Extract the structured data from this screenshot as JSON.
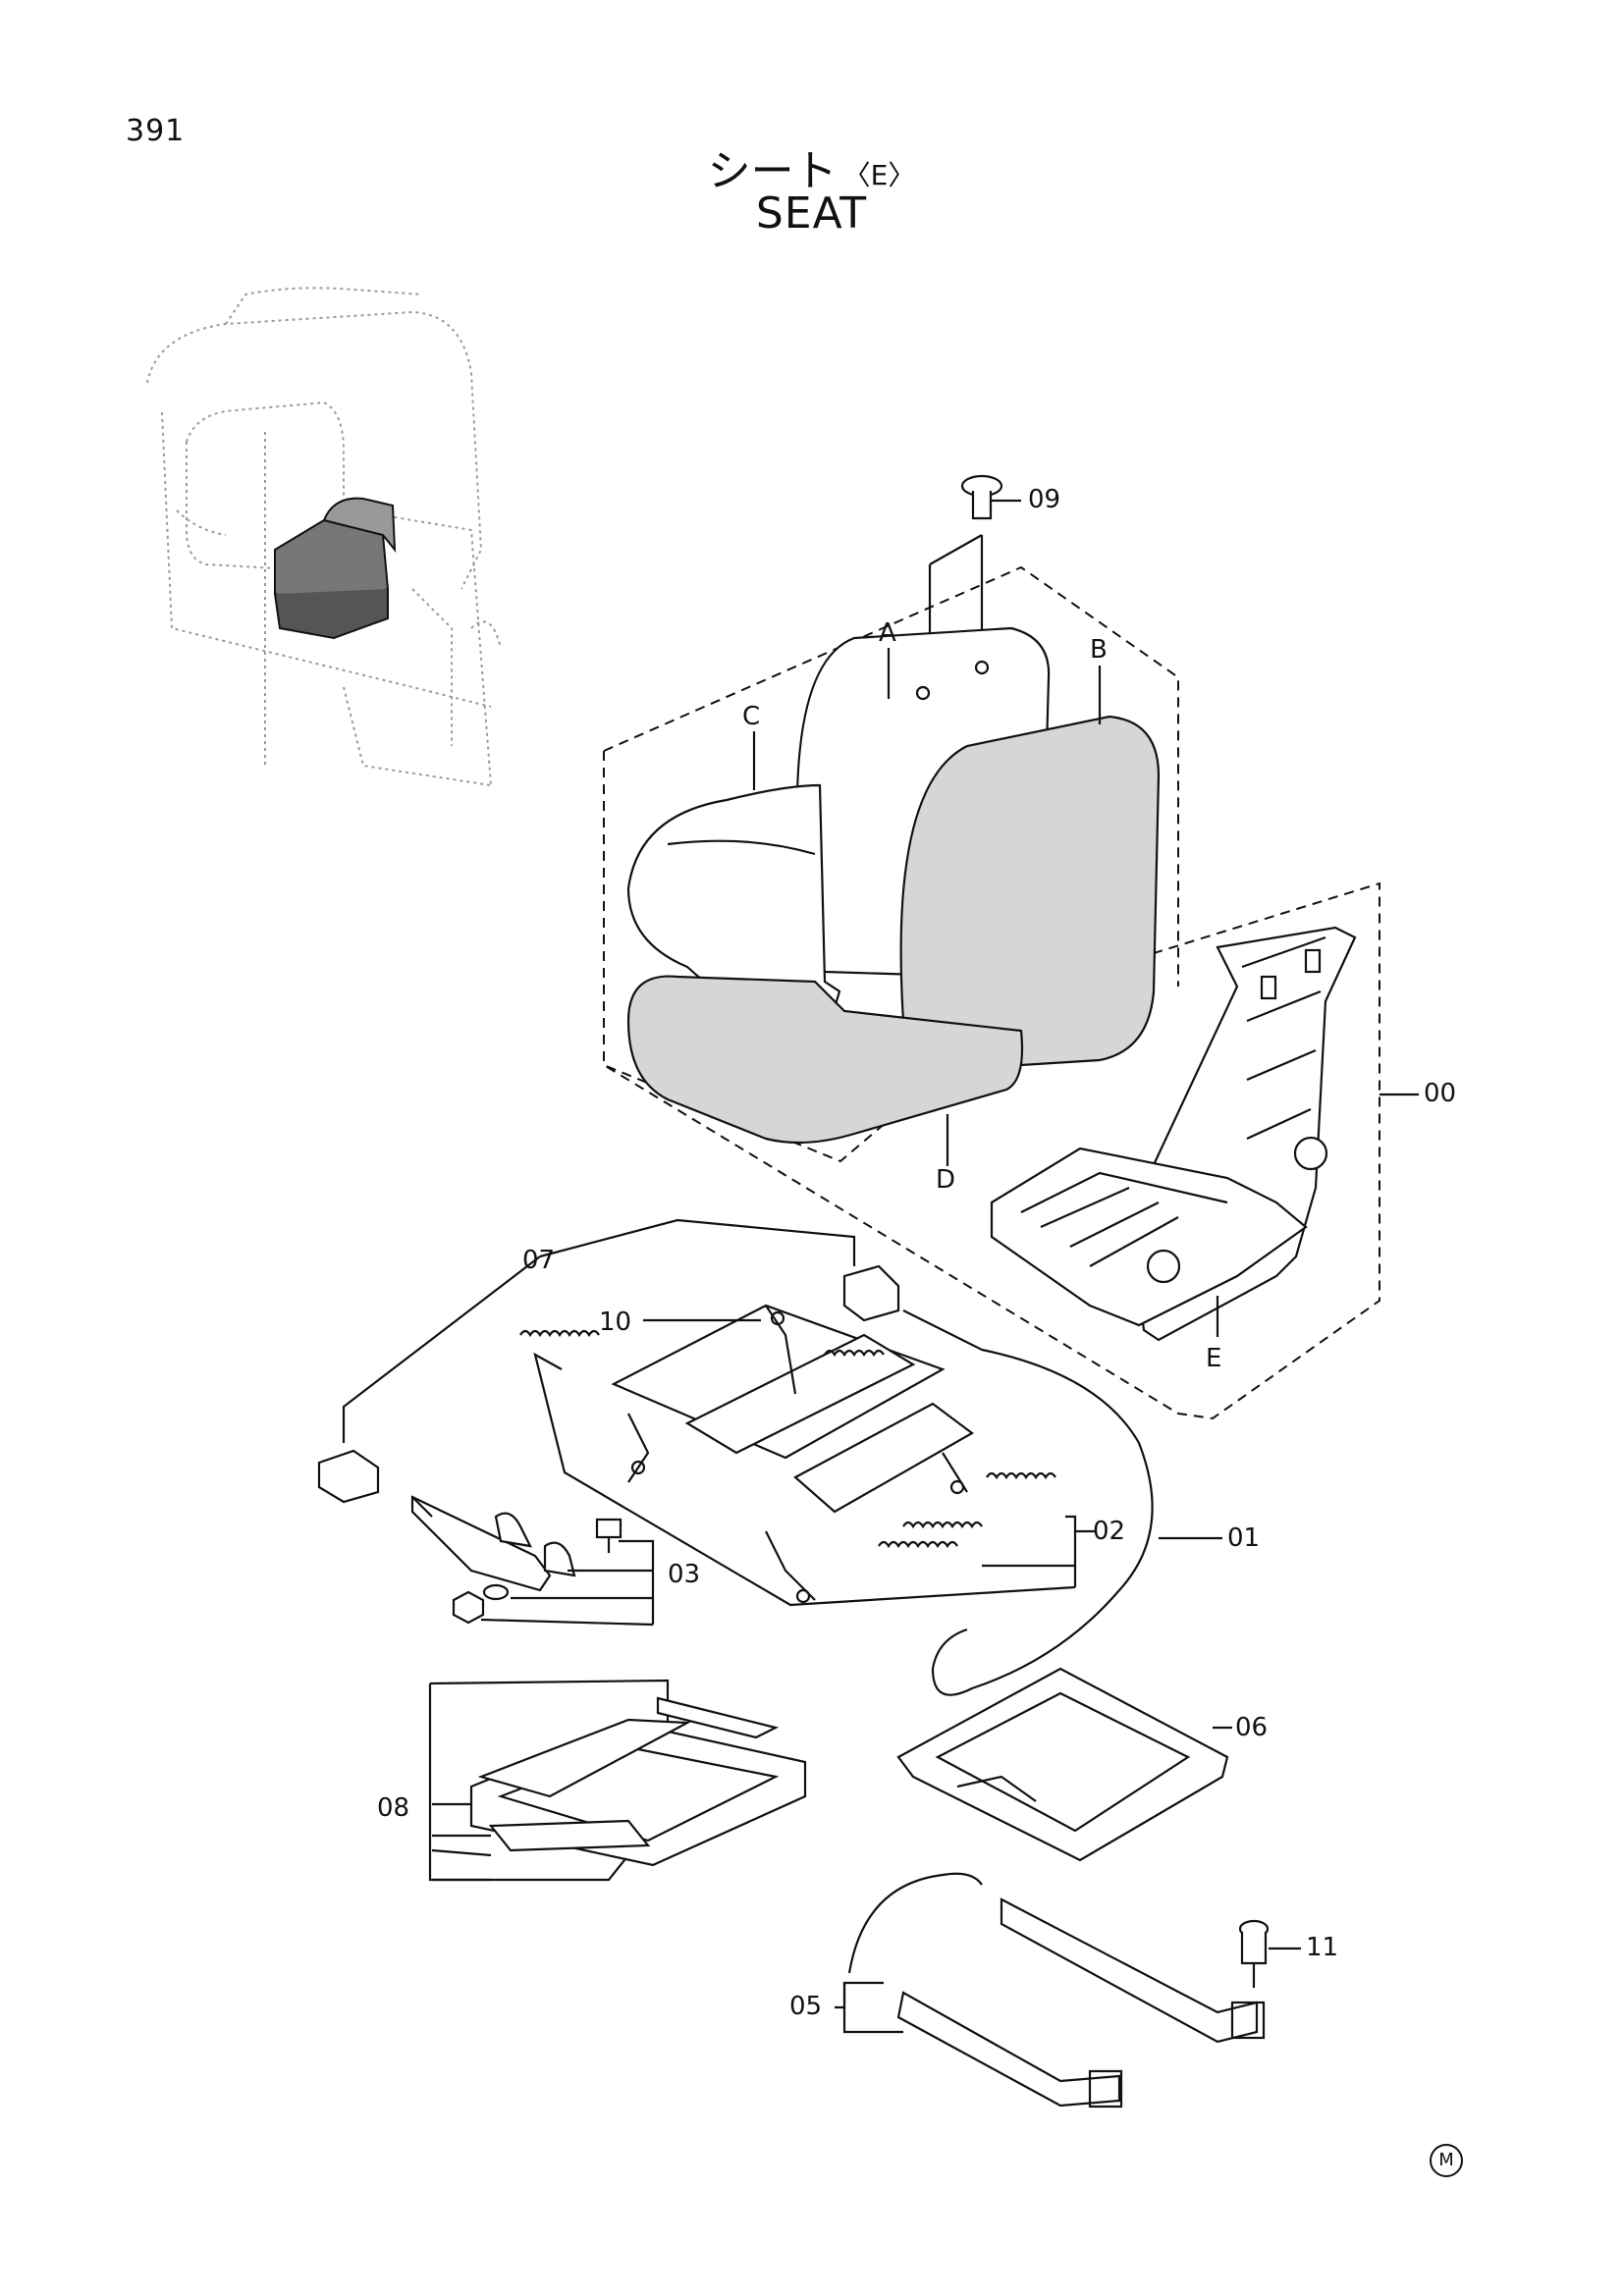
{
  "page_number": "391",
  "title_jp": "シート",
  "title_variant": "〈E〉",
  "title_en": "SEAT",
  "maker_mark": "M",
  "callouts": {
    "c00": "00",
    "c01": "01",
    "c02": "02",
    "c03": "03",
    "c05": "05",
    "c06": "06",
    "c07": "07",
    "c08": "08",
    "c09": "09",
    "c10": "10",
    "c11": "11",
    "cA": "A",
    "cB": "B",
    "cC": "C",
    "cD": "D",
    "cE": "E"
  }
}
